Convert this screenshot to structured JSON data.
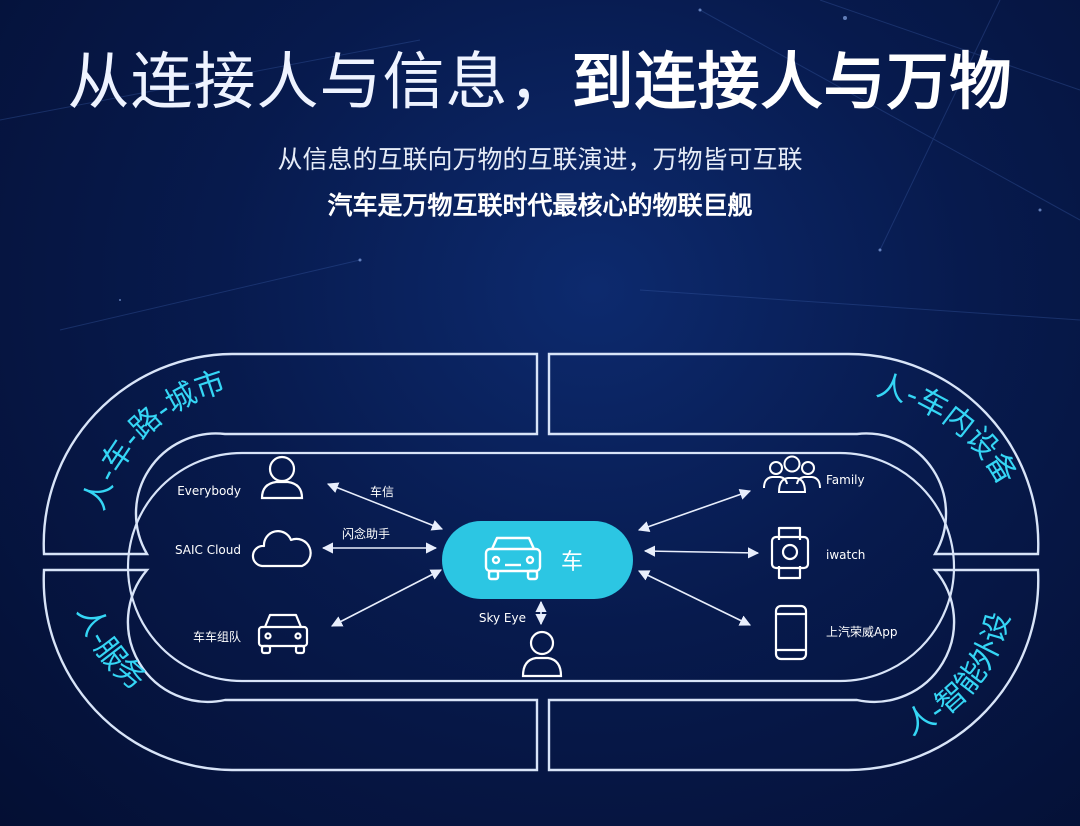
{
  "headline": {
    "part1": "从连接人与信息，",
    "part2": "到连接人与万物"
  },
  "subtitle": "从信息的互联向万物的互联演进，万物皆可互联",
  "subtitle2": "汽车是万物互联时代最核心的物联巨舰",
  "diagram": {
    "hub": {
      "label": "车",
      "icon": "car-icon"
    },
    "zones": {
      "top_left": "人-车-路-城市",
      "top_right": "人-车内设备",
      "bottom_left": "人-服务",
      "bottom_right": "人-智能外设"
    },
    "left_nodes": [
      {
        "label": "Everybody",
        "icon": "person-icon"
      },
      {
        "label": "SAIC Cloud",
        "icon": "cloud-icon"
      },
      {
        "label": "车车组队",
        "icon": "car-icon"
      }
    ],
    "right_nodes": [
      {
        "label": "Family",
        "icon": "group-icon"
      },
      {
        "label": "iwatch",
        "icon": "watch-icon"
      },
      {
        "label": "上汽荣威App",
        "icon": "phone-icon"
      }
    ],
    "bottom_node": {
      "label": "Sky Eye",
      "icon": "person-icon"
    },
    "link_labels": {
      "everybody": "车信",
      "cloud": "闪念助手"
    },
    "colors": {
      "accent": "#35d6f5",
      "hub": "#2cc6e3",
      "line": "#c9d8f3"
    }
  }
}
